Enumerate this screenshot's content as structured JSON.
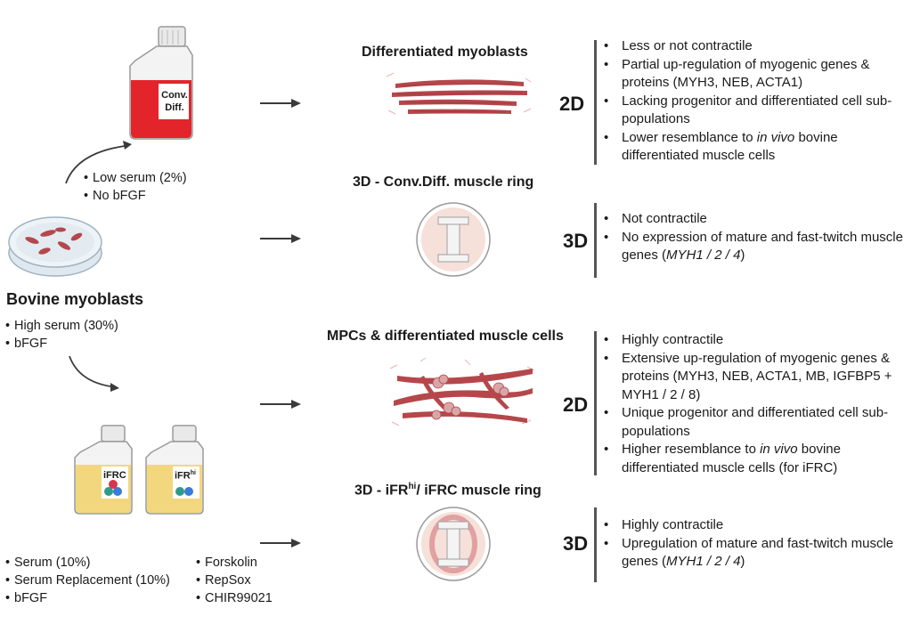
{
  "source": {
    "title": "Bovine myoblasts",
    "conditions": [
      "High serum (30%)",
      "bFGF"
    ]
  },
  "conv_diff": {
    "bottle_label_line1": "Conv.",
    "bottle_label_line2": "Diff.",
    "conditions": [
      "Low serum (2%)",
      "No bFGF"
    ]
  },
  "ifr": {
    "bottle1_label": "iFRC",
    "bottle2_label": "iFR",
    "bottle2_sup": "hi",
    "conditions_left": [
      "Serum (10%)",
      "Serum Replacement (10%)",
      "bFGF"
    ],
    "conditions_right": [
      "Forskolin",
      "RepSox",
      "CHIR99021"
    ]
  },
  "panels": [
    {
      "title": "Differentiated myoblasts",
      "tag": "2D",
      "points": [
        {
          "text": "Less or not contractile"
        },
        {
          "text": "Partial up-regulation of myogenic genes & proteins (MYH3, NEB, ACTA1)"
        },
        {
          "text": "Lacking progenitor and differentiated cell sub-populations"
        },
        {
          "pre": "Lower resemblance to ",
          "em": "in vivo",
          "post": " bovine differentiated muscle cells"
        }
      ]
    },
    {
      "title": "3D - Conv.Diff. muscle ring",
      "tag": "3D",
      "points": [
        {
          "text": "Not contractile"
        },
        {
          "pre": "No expression of mature and fast-twitch muscle genes (",
          "em": "MYH1 / 2 / 4",
          "post": ")"
        }
      ]
    },
    {
      "title": "MPCs & differentiated muscle cells",
      "tag": "2D",
      "points": [
        {
          "text": "Highly contractile"
        },
        {
          "text": "Extensive up-regulation of myogenic genes & proteins (MYH3, NEB, ACTA1, MB, IGFBP5 + MYH1 / 2 / 8)"
        },
        {
          "text": "Unique progenitor and differentiated cell sub-populations"
        },
        {
          "pre": "Higher resemblance to ",
          "em": "in vivo",
          "post": " bovine differentiated muscle cells (for iFRC)"
        }
      ]
    },
    {
      "title_pre": "3D - iFR",
      "title_sup": "hi",
      "title_post": "/ iFRC muscle ring",
      "tag": "3D",
      "points": [
        {
          "text": "Highly contractile"
        },
        {
          "pre": "Upregulation of mature and fast-twitch muscle genes (",
          "em": "MYH1 / 2 / 4",
          "post": ")"
        }
      ]
    }
  ],
  "colors": {
    "fiber": "#b5474b",
    "fiber_dark": "#8e2e33",
    "red_medium": "#e3242b",
    "yellow_medium": "#f2d77e",
    "ring": "#f6e0da",
    "arrow": "#3a3a3a"
  }
}
